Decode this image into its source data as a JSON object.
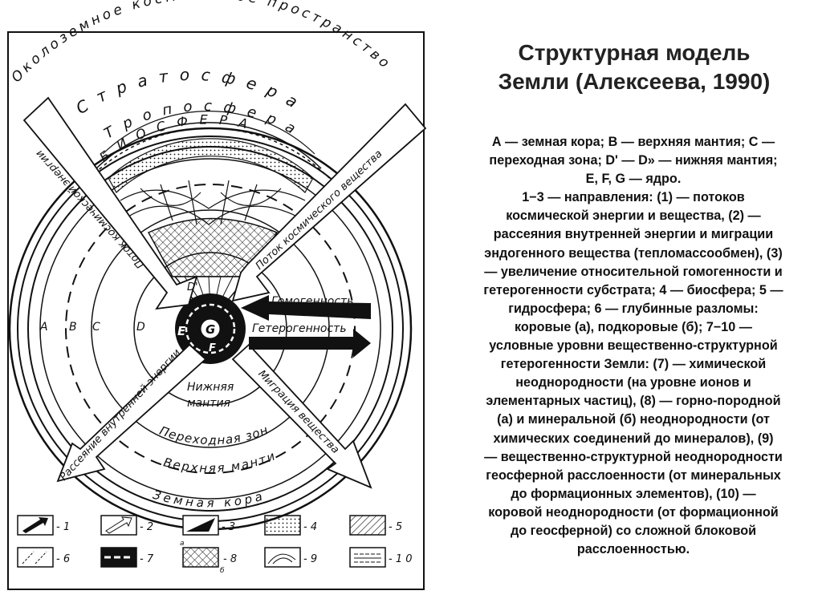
{
  "title": {
    "line1": "Структурная модель",
    "line2": "Земли (Алексеева, 1990)"
  },
  "caption": {
    "lines": [
      "А — земная кора; В — верхняя мантия; С —",
      "переходная зона; D' — D» — нижняя мантия;",
      "E, F, G — ядро.",
      "1−3 — направления: (1) — потоков",
      "космической энергии и вещества, (2) —",
      "рассеяния внутренней энергии и миграции",
      "эндогенного вещества (тепломассообмен), (3)",
      "— увеличение относительной гомогенности и",
      "гетерогенности субстрата; 4 — биосфера; 5 —",
      "гидросфера; 6 — глубинные разломы:",
      "коровые (а), подкоровые (б); 7−10 —",
      "условные уровни вещественно-структурной",
      "гетерогенности Земли: (7) — химической",
      "неоднородности  (на уровне ионов и",
      "элементарных частиц), (8) — горно-породной",
      "(а) и минеральной (б) неоднородности  (от",
      "химических соединений до минералов),  (9)",
      "— вещественно-структурной неоднородности",
      "геосферной расслоенности (от минеральных",
      "до формационных элементов), (10) —",
      "коровой неоднородности (от формационной",
      "до геосферной) со сложной блоковой",
      "расслоенностью."
    ]
  },
  "diagram": {
    "arc_labels": {
      "space": "Околоземное космическое пространство",
      "stratosphere": "Стратосфера",
      "troposphere": "Тропосфера",
      "biosphere": "БИОСФЕРА",
      "crust": "Земная кора",
      "upper_mantle": "Верхняя мантия",
      "transition_zone": "Переходная зона"
    },
    "arrow_labels": {
      "cosmic_energy": "Поток космической энергии",
      "cosmic_matter": "Поток космического вещества",
      "dispersion": "Рассеяние внутренней энергии",
      "migration": "Миграция вещества",
      "homogeneity": "Гомогенность",
      "heterogeneity": "Гетерогенность"
    },
    "lower_mantle": {
      "line1": "Нижняя",
      "line2": "мантия"
    },
    "zone_letters": {
      "a": "A",
      "b": "B",
      "c": "C",
      "d": "D",
      "d1": "D'",
      "e": "E",
      "f": "F",
      "g": "G"
    },
    "legend": {
      "items": [
        {
          "number": "- 1",
          "symbol": "arrow-filled"
        },
        {
          "number": "- 2",
          "symbol": "arrow-outline"
        },
        {
          "number": "- 3",
          "symbol": "wedge-black"
        },
        {
          "number": "- 4",
          "symbol": "dots"
        },
        {
          "number": "- 5",
          "symbol": "hatch"
        },
        {
          "number": "- 6",
          "symbol": "dashed-faults"
        },
        {
          "number": "- 7",
          "symbol": "black-dashed"
        },
        {
          "number": "- 8",
          "symbol": "crosshatch"
        },
        {
          "number": "- 9",
          "symbol": "curves"
        },
        {
          "number": "- 1 0",
          "symbol": "lines"
        }
      ],
      "sub_a": "а",
      "sub_b": "б"
    }
  }
}
